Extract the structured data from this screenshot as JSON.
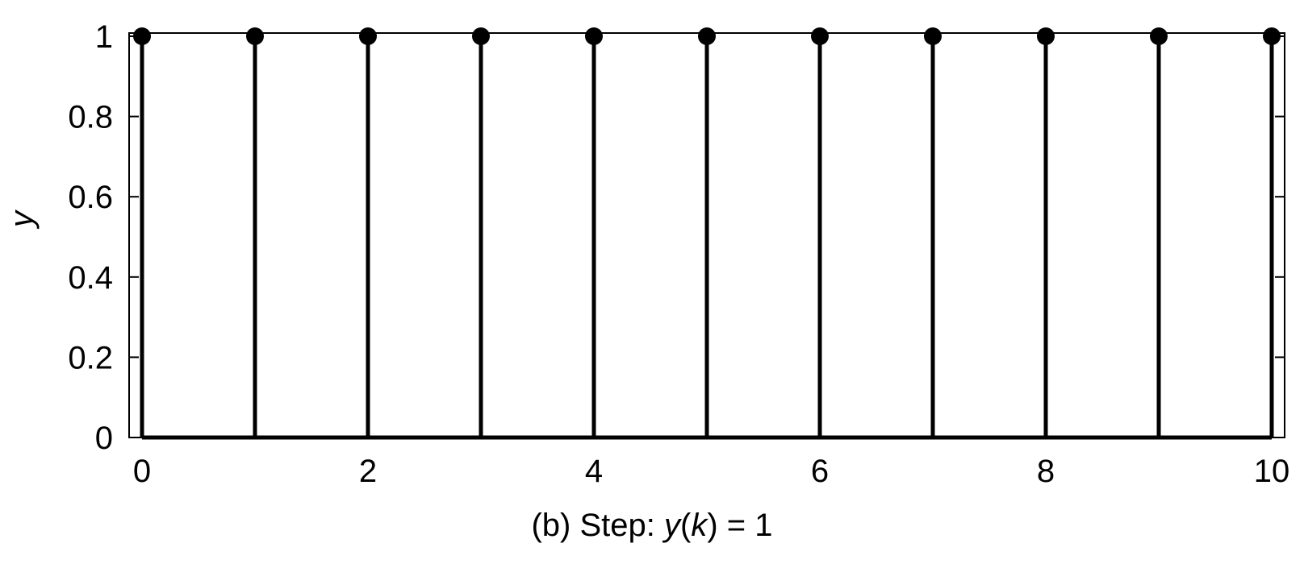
{
  "chart_data": {
    "type": "stem",
    "caption_prefix": "(b) Step: ",
    "caption_func": "y",
    "caption_open": "(",
    "caption_var": "k",
    "caption_close": ")",
    "caption_rest": " = 1",
    "ylabel": "y",
    "xlabel": "",
    "xlim": [
      0,
      10
    ],
    "ylim": [
      0,
      1
    ],
    "xticks": [
      0,
      2,
      4,
      6,
      8,
      10
    ],
    "xtick_labels": [
      "0",
      "2",
      "4",
      "6",
      "8",
      "10"
    ],
    "yticks": [
      0,
      0.2,
      0.4,
      0.6,
      0.8,
      1
    ],
    "ytick_labels": [
      "0",
      "0.2",
      "0.4",
      "0.6",
      "0.8",
      "1"
    ],
    "x": [
      0,
      1,
      2,
      3,
      4,
      5,
      6,
      7,
      8,
      9,
      10
    ],
    "y": [
      1,
      1,
      1,
      1,
      1,
      1,
      1,
      1,
      1,
      1,
      1
    ],
    "color": "#000000",
    "grid": false
  }
}
